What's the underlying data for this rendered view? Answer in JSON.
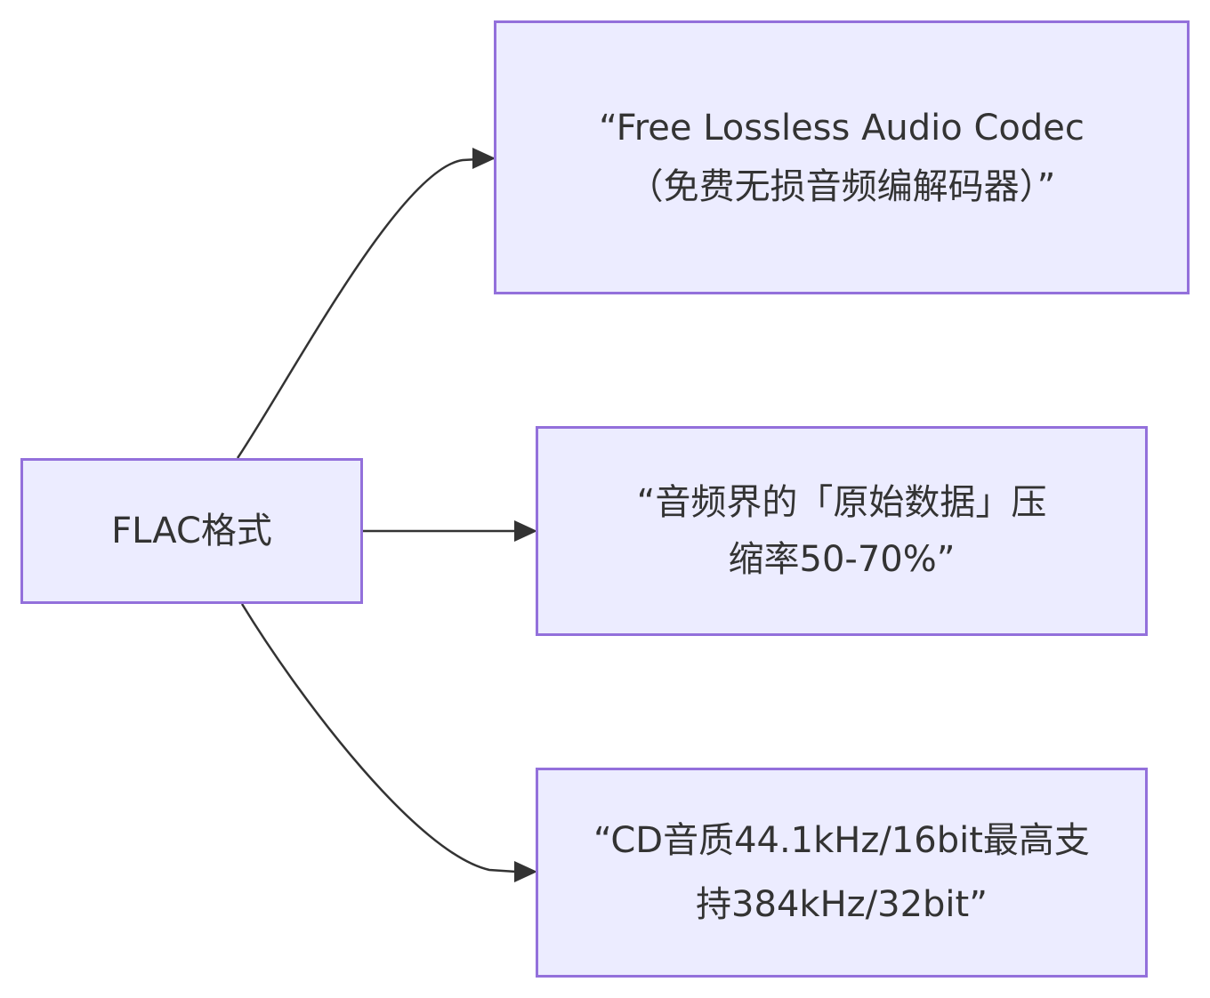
{
  "diagram": {
    "type": "flowchart",
    "direction": "LR",
    "nodes": [
      {
        "id": "flac",
        "label": "FLAC格式"
      },
      {
        "id": "codec",
        "label": "“Free Lossless Audio Codec（免费无损音频编解码器）”"
      },
      {
        "id": "raw",
        "label": "“音频界的「原始数据」压缩率50-70%”"
      },
      {
        "id": "cd",
        "label": "“CD音质44.1kHz/16bit最高支持384kHz/32bit”"
      }
    ],
    "edges": [
      {
        "from": "flac",
        "to": "codec"
      },
      {
        "from": "flac",
        "to": "raw"
      },
      {
        "from": "flac",
        "to": "cd"
      }
    ],
    "colors": {
      "node_fill": "#ECECFF",
      "node_border": "#9370DB",
      "edge": "#333333",
      "text": "#333333"
    }
  }
}
